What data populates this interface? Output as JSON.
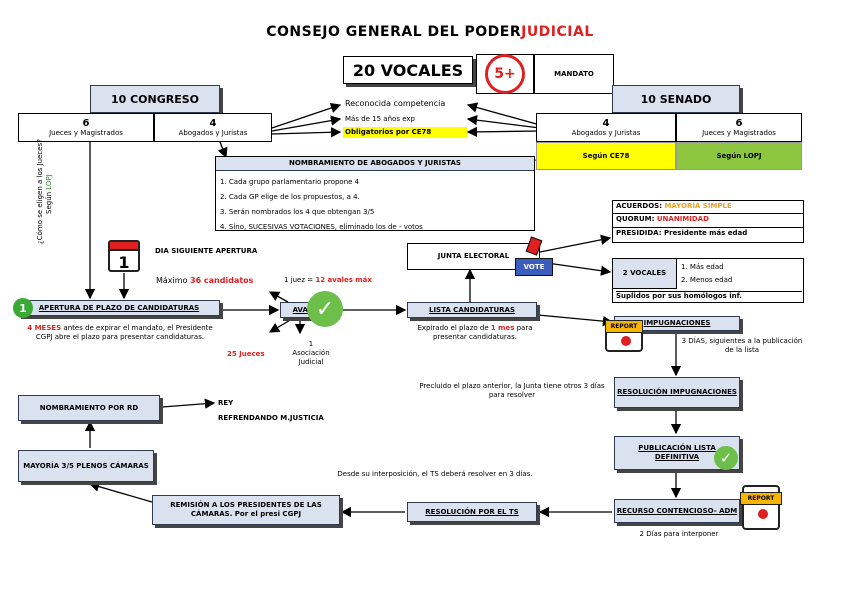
{
  "title": {
    "main": "CONSEJO GENERAL DEL PODER ",
    "highlight": "JUDICIAL"
  },
  "vocales": {
    "label": "20 VOCALES",
    "badge": "5+",
    "mandato": "MANDATO"
  },
  "congreso": {
    "title": "10 CONGRESO",
    "col1_num": "6",
    "col1_label": "Jueces y Magistrados",
    "col2_num": "4",
    "col2_label": "Abogados y Juristas"
  },
  "senado": {
    "title": "10 SENADO",
    "col1_num": "4",
    "col1_label": "Abogados y Juristas",
    "col2_num": "6",
    "col2_label": "Jueces y Magistrados",
    "col1_note": "Según CE78",
    "col2_note": "Según LOPJ"
  },
  "requisitos": {
    "r1": "Reconocida competencia",
    "r2": "Más de 15 años exp",
    "r3": "Obligatorios por CE78"
  },
  "nombramiento": {
    "title": "NOMBRAMIENTO DE ABOGADOS Y JURISTAS",
    "items": [
      "1. Cada grupo parlamentario propone 4",
      "2. Cada GP elige de los propuestos, a 4.",
      "3. Serán nombrados los 4 que obtengan 3/5",
      "4. Sino, SUCESIVAS VOTACIONES, eliminado los de - votos"
    ]
  },
  "side_question": {
    "line1": "¿Cómo se eligen a los Jueces?",
    "line2": "Según ",
    "line2_hl": "LOPJ"
  },
  "calendar": {
    "number": "1",
    "label": "DIA SIGUIENTE APERTURA"
  },
  "maximo": {
    "pre": "Máximo ",
    "hl": "36 candidatos"
  },
  "aval_rule": {
    "pre": "1 juez = ",
    "hl": "12 avales máx"
  },
  "step1": {
    "num": "1",
    "label": "APERTURA DE PLAZO DE CANDIDATURAS"
  },
  "step1_desc": {
    "hl": "4 MESES",
    "rest": " antes de expirar el mandato, el Presidente CGPJ abre el plazo para presentar candidaturas."
  },
  "aval": {
    "label": "AVAL",
    "opt1": "25 Jueces",
    "opt2_num": "1",
    "opt2_text": "Asociación Judicial"
  },
  "lista": {
    "label": "LISTA CANDIDATURAS",
    "desc_pre": "Expirado el plazo de ",
    "desc_hl": "1 mes",
    "desc_post": " para presentar candidaturas."
  },
  "junta": {
    "label": "JUNTA ELECTORAL",
    "vote": "VOTE"
  },
  "acuerdos": {
    "l1": "ACUERDOS: ",
    "l1_hl": "MAYORÍA SIMPLE",
    "l2": "QUORUM: ",
    "l2_hl": "UNANIMIDAD",
    "l3": "PRESIDIDA: Presidente más edad"
  },
  "vocales2": {
    "label": "2 VOCALES",
    "o1": "1. Más edad",
    "o2": "2. Menos edad",
    "suplidos": "Suplidos por sus homólogos inf."
  },
  "impugnaciones": {
    "label": "IMPUGNACIONES",
    "report": "REPORT",
    "desc": "3 DÍAS, siguientes a la publicación de la lista"
  },
  "precluido": "Precluido el plazo anterior, la Junta tiene otros 3 días para resolver",
  "resolucion_imp": "RESOLUCIÓN IMPUGNACIONES",
  "publicacion": "PUBLICACIÓN LISTA DEFINITIVA",
  "recurso": {
    "label": "RECURSO CONTENCIOSO- ADM",
    "report": "REPORT",
    "desc": "2 Días para interponer"
  },
  "ts_desc": "Desde su interposición, el TS deberá resolver en 3 días.",
  "resolucion_ts": "RESOLUCIÓN POR EL TS",
  "remision": "REMISIÓN A LOS PRESIDENTES DE LAS CÁMARAS. Por el presi CGPJ",
  "mayoria": "MAYORÍA 3/5 PLENOS CÁMARAS",
  "nombramiento_rd": "NOMBRAMIENTO POR RD",
  "rey": {
    "l1": "REY",
    "l2": "REFRENDANDO M.JUSTICIA"
  }
}
